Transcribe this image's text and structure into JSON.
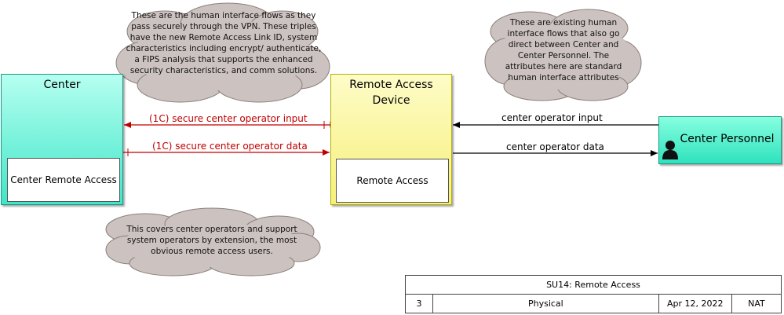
{
  "nodes": {
    "center": {
      "title": "Center",
      "sub": "Center Remote Access"
    },
    "remote_access_device": {
      "title": "Remote Access\nDevice",
      "title_line1": "Remote Access",
      "title_line2": "Device",
      "sub": "Remote Access"
    },
    "center_personnel": {
      "title": "Center Personnel"
    }
  },
  "flows": {
    "secure_input": "(1C) secure center operator input",
    "secure_data": "(1C) secure center operator data",
    "input": "center operator input",
    "data": "center operator data"
  },
  "notes": {
    "vpn_note": "These are the human interface flows as they pass securely through the VPN.  These triples have the new Remote Access Link ID, system characteristics including encrypt/ authenticate, a FIPS analysis that supports the enhanced security characteristics, and comm solutions.",
    "existing_note": "These are existing human interface flows that also go direct between Center and Center Personnel.  The attributes here are standard human interface attributes",
    "operators_note": "This covers center operators and support system operators by extension, the most obvious remote access users."
  },
  "title_block": {
    "title": "SU14: Remote Access",
    "number": "3",
    "view": "Physical",
    "date": "Apr 12, 2022",
    "org": "NAT"
  },
  "colors": {
    "center_fill": "#3fe6c8",
    "device_fill": "#f6f07a",
    "secure_flow": "#c00000",
    "cloud_fill": "#ccc2c0",
    "cloud_stroke": "#8a7f7c"
  }
}
